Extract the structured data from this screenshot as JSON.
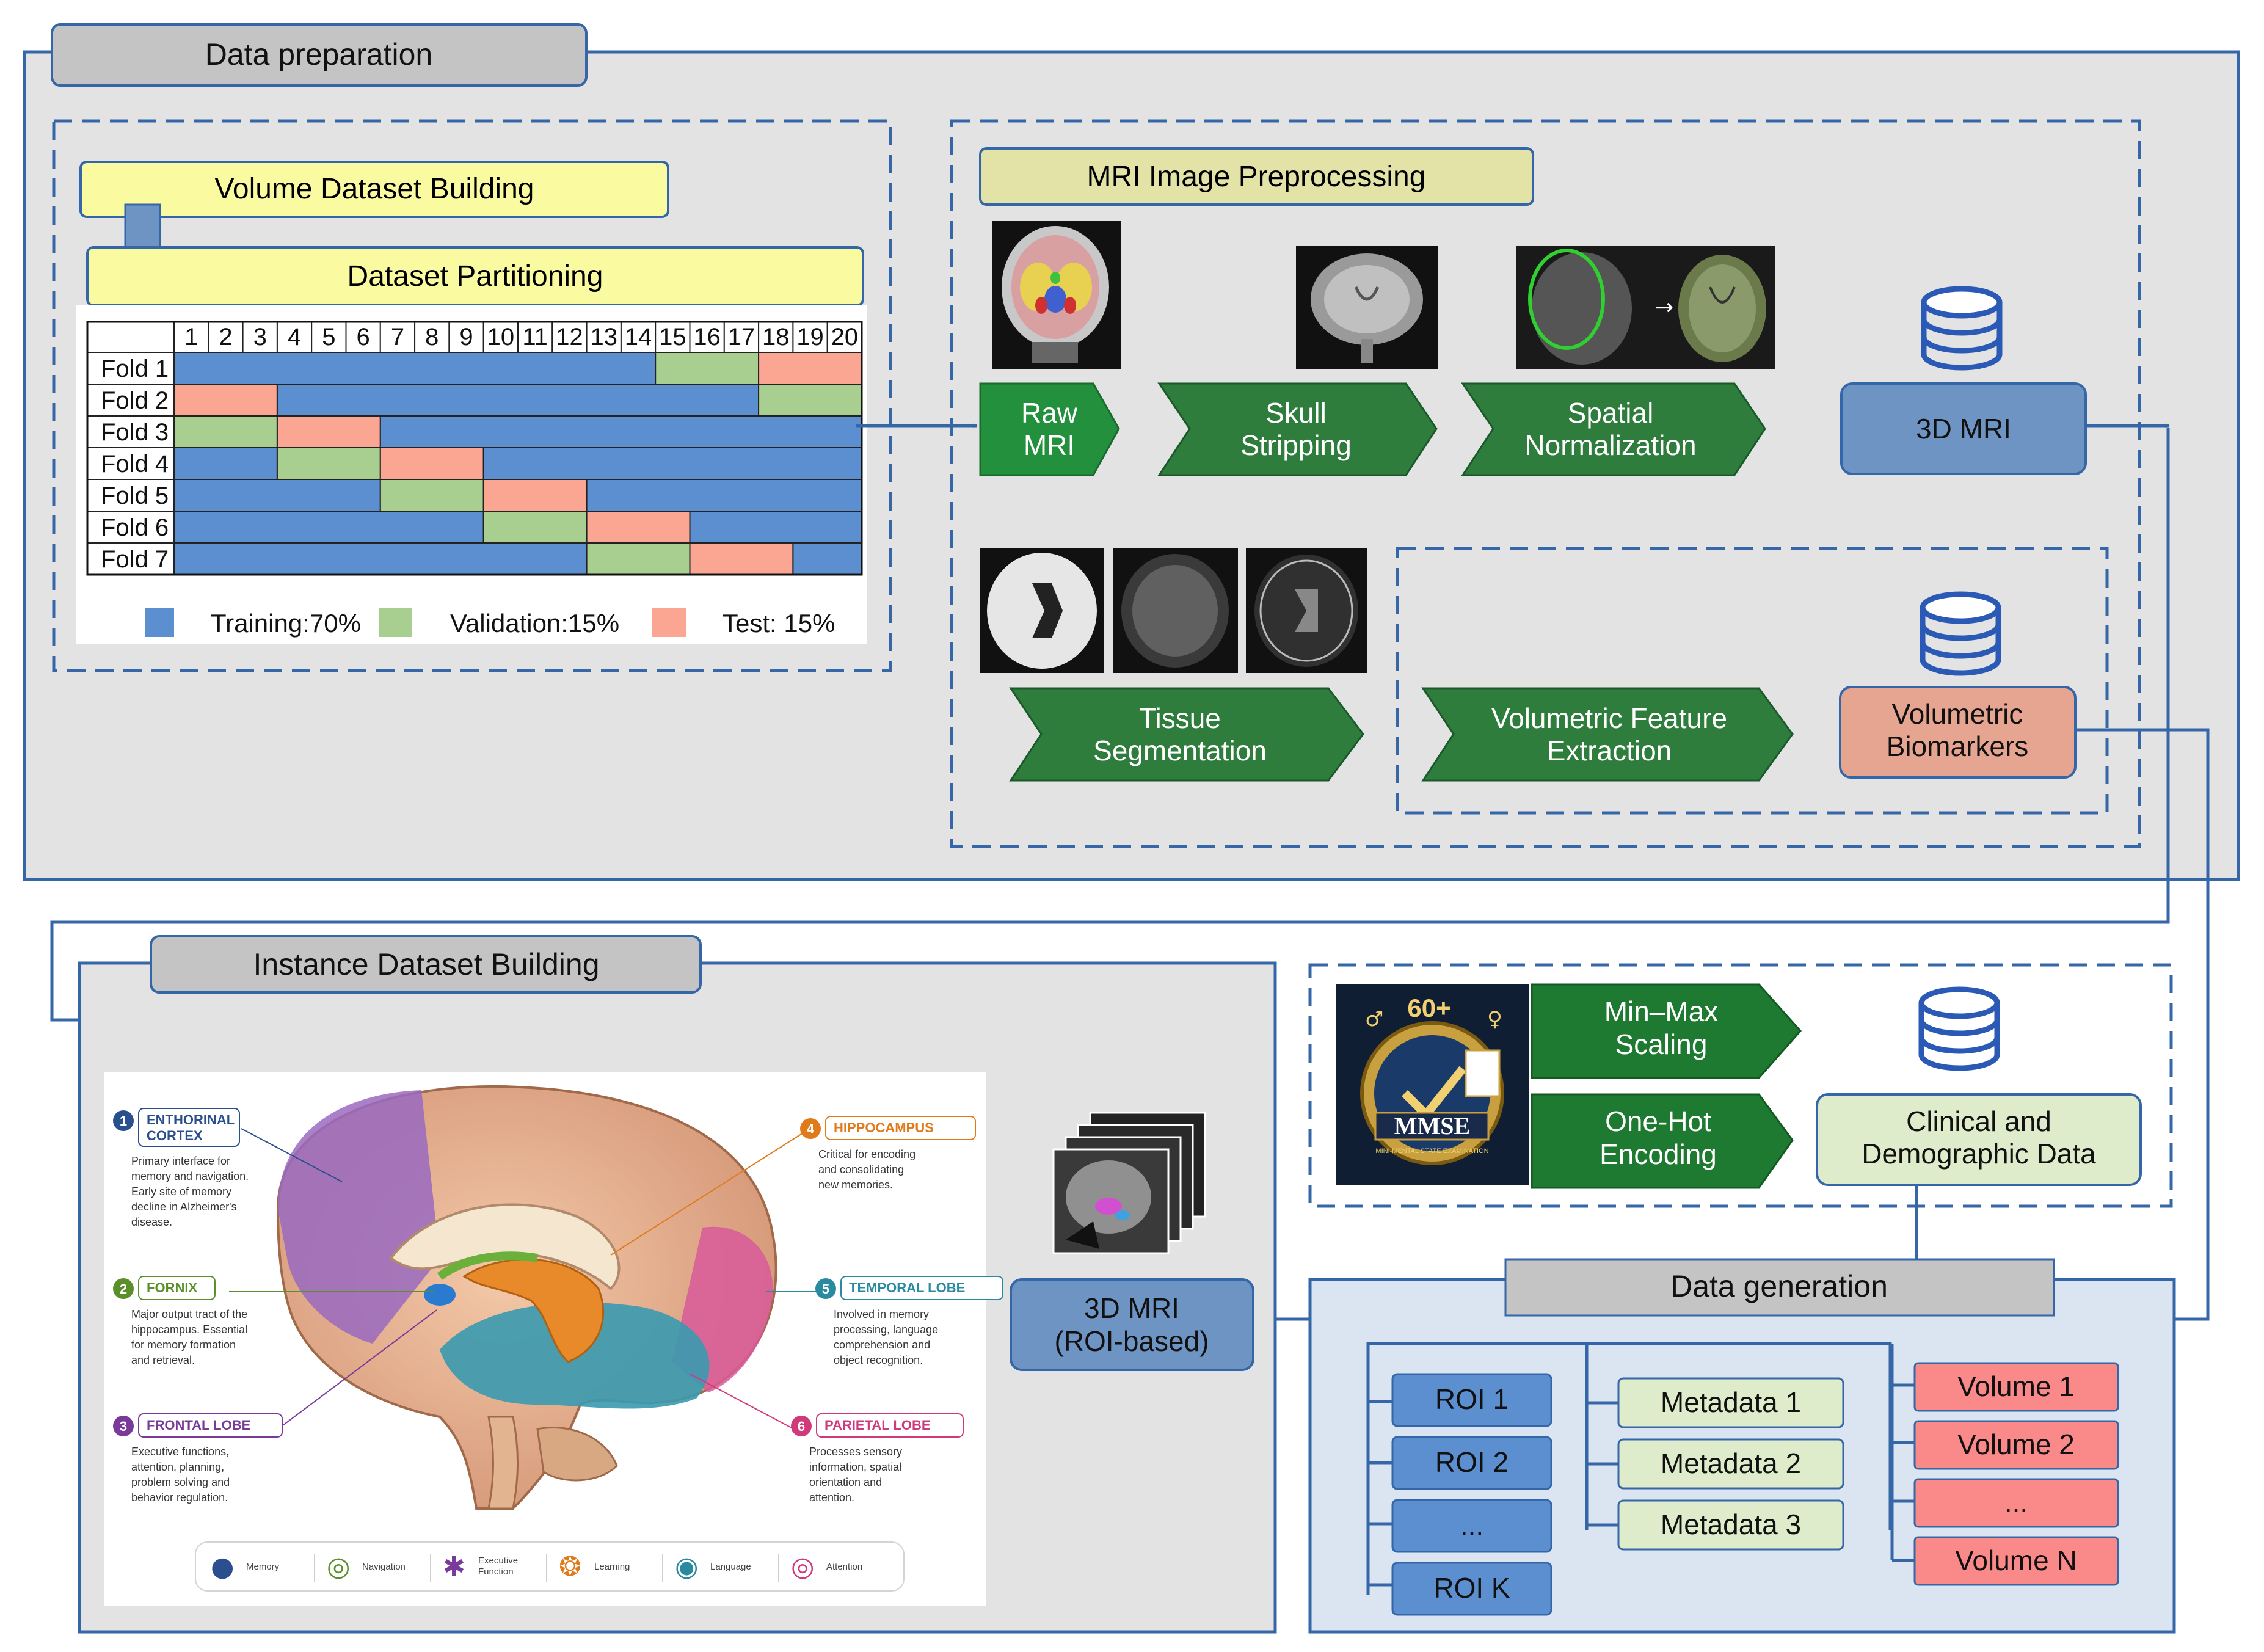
{
  "colors": {
    "section_bg": "#e3e3e3",
    "frame_line": "#3566a8",
    "tab_gray": "#c4c4c4",
    "yellow_box": "#fafaa0",
    "green_step": "#2e7d3c",
    "green_bright": "#22903c",
    "mri_blue": "#6e94c4",
    "biomarker_salmon": "#e6a590",
    "train_blue": "#5b8fd0",
    "val_green": "#a8cf8f",
    "test_salmon": "#fba692",
    "clinical_green": "#dfeccb",
    "gen_bg": "#dbe5f1",
    "roi_blue": "#5b8fd0",
    "meta_green": "#dfeccb",
    "vol_red": "#fa8a8a"
  },
  "data_preparation": {
    "title": "Data preparation",
    "volume_dataset_building": "Volume Dataset Building",
    "dataset_partitioning": "Dataset Partitioning",
    "fold_table": {
      "columns": [
        "1",
        "2",
        "3",
        "4",
        "5",
        "6",
        "7",
        "8",
        "9",
        "10",
        "11",
        "12",
        "13",
        "14",
        "15",
        "16",
        "17",
        "18",
        "19",
        "20"
      ],
      "rows": [
        {
          "label": "Fold 1",
          "cells": [
            "T",
            "T",
            "T",
            "T",
            "T",
            "T",
            "T",
            "T",
            "T",
            "T",
            "T",
            "T",
            "T",
            "T",
            "V",
            "V",
            "V",
            "X",
            "X",
            "X"
          ]
        },
        {
          "label": "Fold 2",
          "cells": [
            "X",
            "X",
            "X",
            "T",
            "T",
            "T",
            "T",
            "T",
            "T",
            "T",
            "T",
            "T",
            "T",
            "T",
            "T",
            "T",
            "T",
            "V",
            "V",
            "V"
          ]
        },
        {
          "label": "Fold 3",
          "cells": [
            "V",
            "V",
            "V",
            "X",
            "X",
            "X",
            "T",
            "T",
            "T",
            "T",
            "T",
            "T",
            "T",
            "T",
            "T",
            "T",
            "T",
            "T",
            "T",
            "T"
          ]
        },
        {
          "label": "Fold 4",
          "cells": [
            "T",
            "T",
            "T",
            "V",
            "V",
            "V",
            "X",
            "X",
            "X",
            "T",
            "T",
            "T",
            "T",
            "T",
            "T",
            "T",
            "T",
            "T",
            "T",
            "T"
          ]
        },
        {
          "label": "Fold 5",
          "cells": [
            "T",
            "T",
            "T",
            "T",
            "T",
            "T",
            "V",
            "V",
            "V",
            "X",
            "X",
            "X",
            "T",
            "T",
            "T",
            "T",
            "T",
            "T",
            "T",
            "T"
          ]
        },
        {
          "label": "Fold 6",
          "cells": [
            "T",
            "T",
            "T",
            "T",
            "T",
            "T",
            "T",
            "T",
            "T",
            "V",
            "V",
            "V",
            "X",
            "X",
            "X",
            "T",
            "T",
            "T",
            "T",
            "T"
          ]
        },
        {
          "label": "Fold 7",
          "cells": [
            "T",
            "T",
            "T",
            "T",
            "T",
            "T",
            "T",
            "T",
            "T",
            "T",
            "T",
            "T",
            "V",
            "V",
            "V",
            "X",
            "X",
            "X",
            "T",
            "T"
          ]
        }
      ]
    },
    "legend": {
      "training": "Training:70%",
      "validation": "Validation:15%",
      "test": "Test: 15%"
    },
    "mri_preprocessing": {
      "title": "MRI Image Preprocessing",
      "raw_mri": [
        "Raw",
        "MRI"
      ],
      "skull_stripping": [
        "Skull",
        "Stripping"
      ],
      "spatial_normalization": [
        "Spatial",
        "Normalization"
      ],
      "mri_3d": "3D MRI",
      "tissue_segmentation": [
        "Tissue",
        "Segmentation"
      ],
      "volumetric_feature_extraction": [
        "Volumetric Feature",
        "Extraction"
      ],
      "volumetric_biomarkers": [
        "Volumetric",
        "Biomarkers"
      ]
    }
  },
  "instance_dataset": {
    "title": "Instance Dataset Building",
    "brain_annotations": [
      {
        "num": "1",
        "title": [
          "ENTHORINAL",
          "CORTEX"
        ],
        "color": "#2a4f8f",
        "desc": [
          "Primary interface for",
          "memory and navigation.",
          "Early site of memory",
          "decline in Alzheimer's",
          "disease."
        ]
      },
      {
        "num": "2",
        "title": [
          "FORNIX"
        ],
        "color": "#5a8f2a",
        "desc": [
          "Major output tract of the",
          "hippocampus. Essential",
          "for memory formation",
          "and retrieval."
        ]
      },
      {
        "num": "3",
        "title": [
          "FRONTAL LOBE"
        ],
        "color": "#7a3a9a",
        "desc": [
          "Executive functions,",
          "attention, planning,",
          "problem solving and",
          "behavior regulation."
        ]
      },
      {
        "num": "4",
        "title": [
          "HIPPOCAMPUS"
        ],
        "color": "#e07a1a",
        "desc": [
          "Critical for encoding",
          "and consolidating",
          "new memories."
        ]
      },
      {
        "num": "5",
        "title": [
          "TEMPORAL LOBE"
        ],
        "color": "#2a8aa0",
        "desc": [
          "Involved in memory",
          "processing, language",
          "comprehension and",
          "object recognition."
        ]
      },
      {
        "num": "6",
        "title": [
          "PARIETAL LOBE"
        ],
        "color": "#d03a7a",
        "desc": [
          "Processes sensory",
          "information, spatial",
          "orientation and",
          "attention."
        ]
      }
    ],
    "brain_legend": [
      "Memory",
      "Navigation",
      "Executive Function",
      "Learning",
      "Language",
      "Attention"
    ],
    "roi_mri": [
      "3D MRI",
      "(ROI-based)"
    ]
  },
  "clinical": {
    "mmse_badge": "MMSE",
    "mmse_badge_sub": "MINI-MENTAL STATE EXAMINATION",
    "mmse_age": "60+",
    "min_max": [
      "Min–Max",
      "Scaling"
    ],
    "one_hot": [
      "One-Hot",
      "Encoding"
    ],
    "clinical_data": [
      "Clinical and",
      "Demographic Data"
    ]
  },
  "data_generation": {
    "title": "Data generation",
    "rois": [
      "ROI 1",
      "ROI 2",
      "...",
      "ROI K"
    ],
    "metadata": [
      "Metadata 1",
      "Metadata 2",
      "Metadata 3"
    ],
    "volumes": [
      "Volume 1",
      "Volume 2",
      "...",
      "Volume N"
    ]
  }
}
